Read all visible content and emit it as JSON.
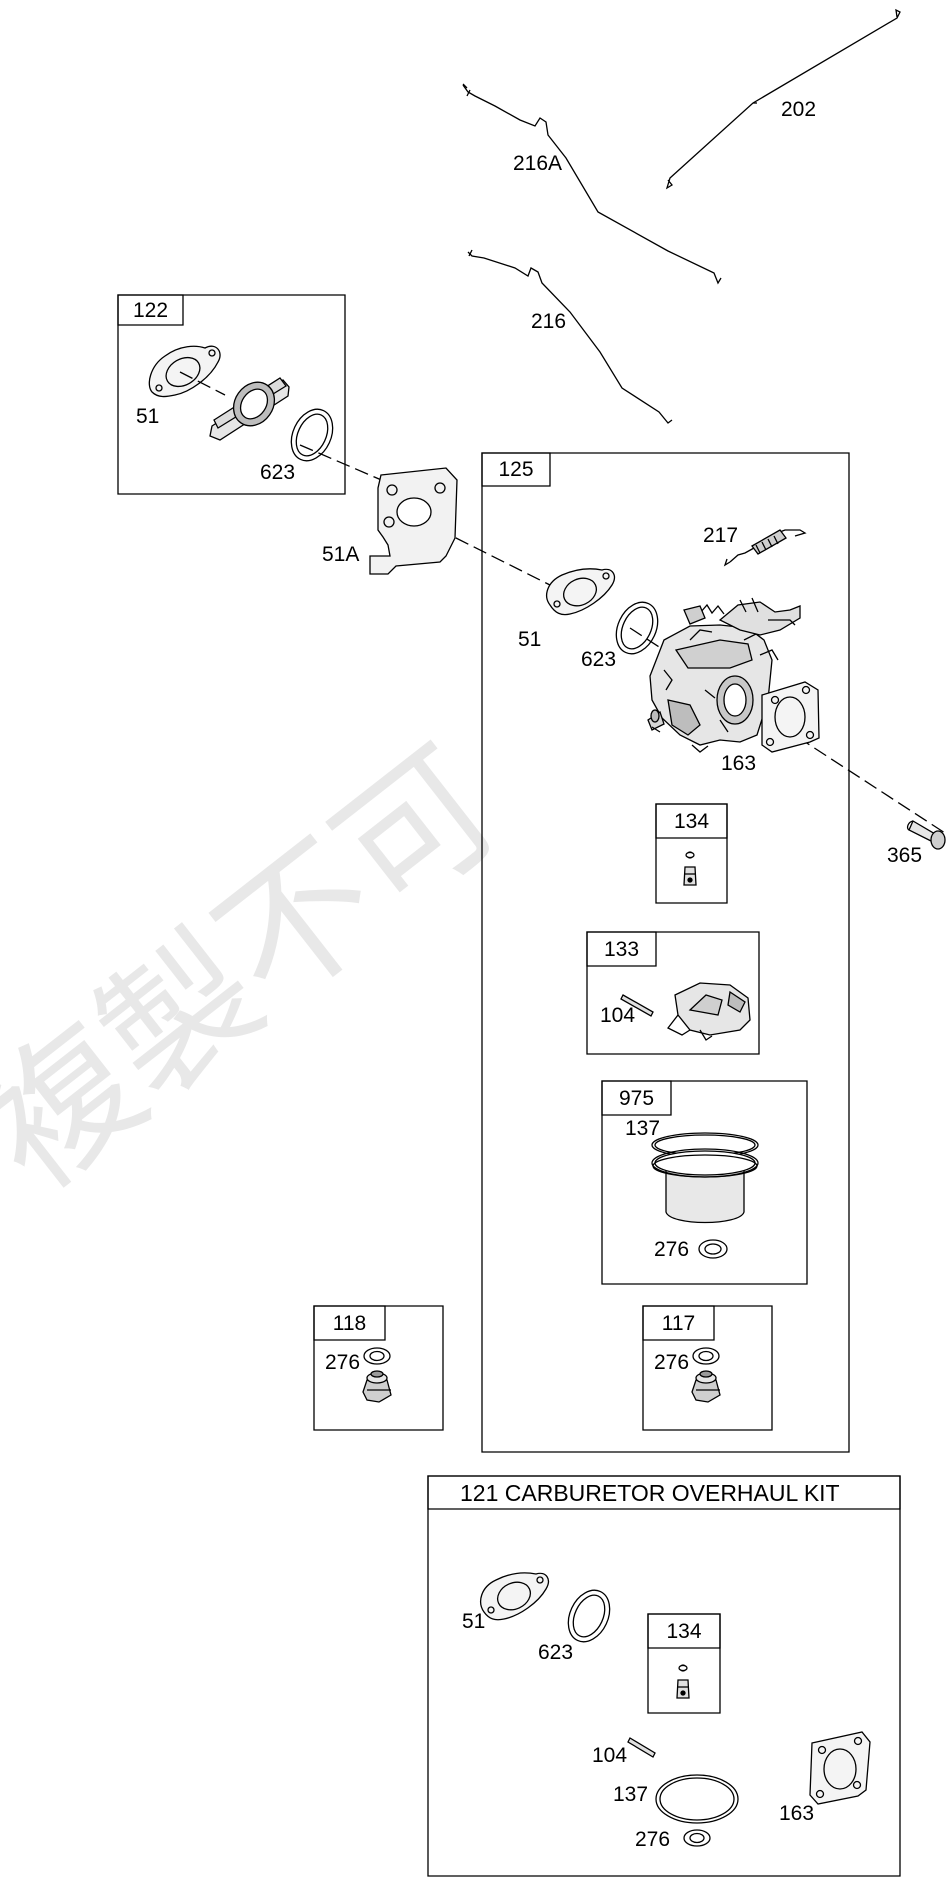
{
  "diagram": {
    "watermark": "複製不可",
    "colors": {
      "line": "#000000",
      "part_fill": "#e6e6e6",
      "watermark": "#d6d6d6"
    },
    "callouts": {
      "c202": "202",
      "c216A": "216A",
      "c216": "216",
      "c51_group": "51",
      "c623_group": "623",
      "c51A": "51A",
      "c217": "217",
      "c51_main": "51",
      "c623_main": "623",
      "c163_main": "163",
      "c365": "365",
      "c104_133": "104",
      "c137_975": "137",
      "c276_975": "276",
      "c276_118": "276",
      "c276_117": "276",
      "c51_kit": "51",
      "c623_kit": "623",
      "c104_kit": "104",
      "c137_kit": "137",
      "c163_kit": "163",
      "c276_kit": "276"
    },
    "boxes": {
      "b122": "122",
      "b125": "125",
      "b134": "134",
      "b133": "133",
      "b975": "975",
      "b118": "118",
      "b117": "117",
      "b134_kit": "134"
    },
    "kit_title": "121 CARBURETOR OVERHAUL KIT"
  }
}
